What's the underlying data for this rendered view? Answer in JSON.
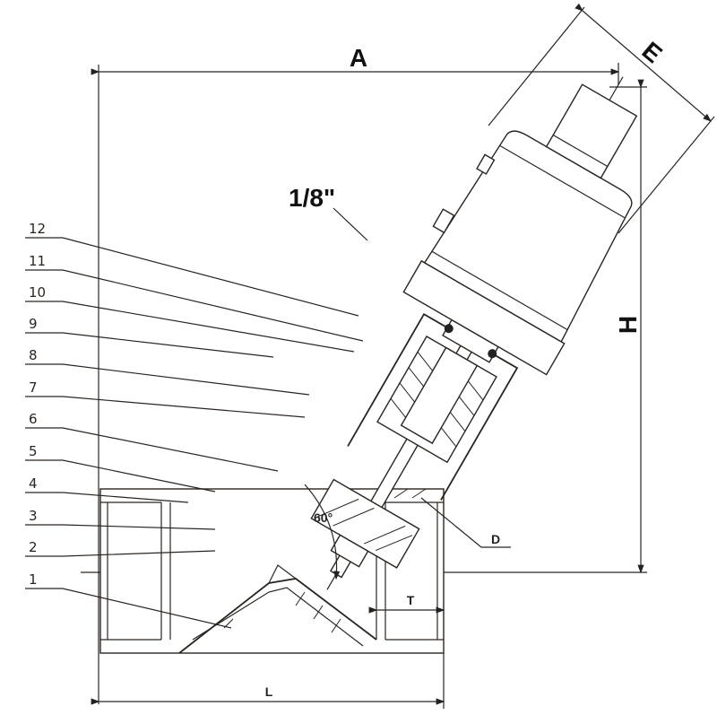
{
  "title": "Angle seat valve dimension drawing",
  "dimensions": {
    "A": "A",
    "E": "E",
    "H": "H",
    "L": "L",
    "D": "D",
    "T": "T"
  },
  "port_label": "1/8\"",
  "angle_label": "60°",
  "parts": [
    "12",
    "11",
    "10",
    "9",
    "8",
    "7",
    "6",
    "5",
    "4",
    "3",
    "2",
    "1"
  ]
}
